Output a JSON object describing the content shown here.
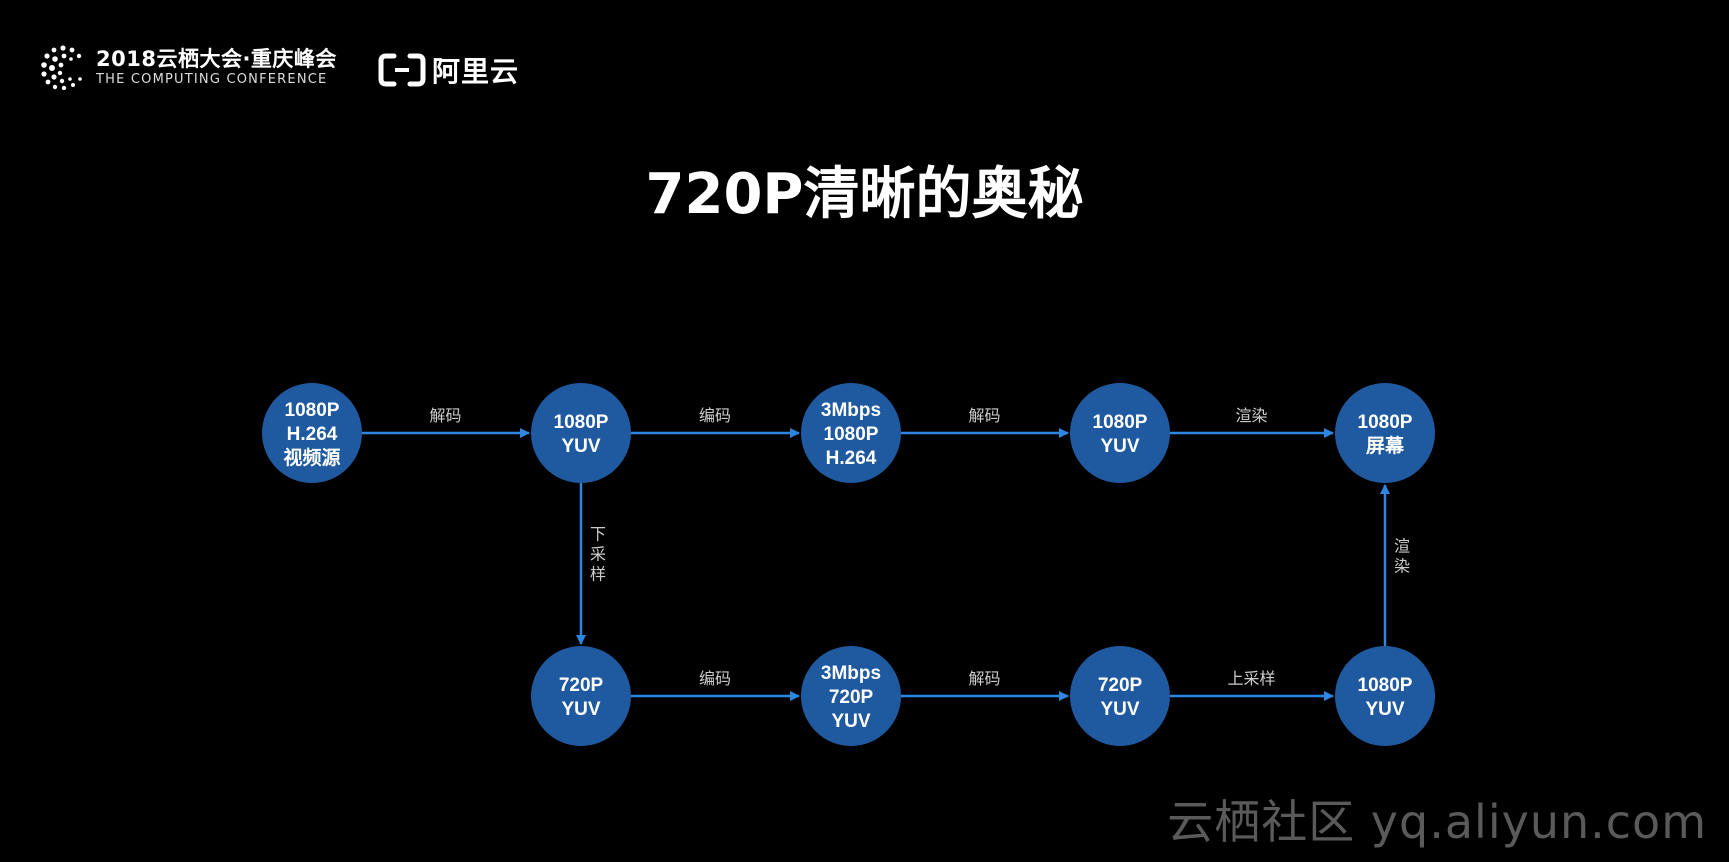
{
  "header": {
    "conference_title": "2018云栖大会·重庆峰会",
    "conference_subtitle": "THE COMPUTING CONFERENCE",
    "brand_text": "阿里云"
  },
  "title": "720P清晰的奥秘",
  "watermark": "云栖社区 yq.aliyun.com",
  "colors": {
    "background": "#000000",
    "node_fill": "#1f5aa0",
    "arrow": "#2d86e0",
    "text": "#ffffff",
    "label": "#cccccc"
  },
  "nodes": [
    {
      "id": "src",
      "lines": [
        "1080P",
        "H.264",
        "视频源"
      ]
    },
    {
      "id": "yuv1080a",
      "lines": [
        "1080P",
        "YUV"
      ]
    },
    {
      "id": "enc1080",
      "lines": [
        "3Mbps",
        "1080P",
        "H.264"
      ]
    },
    {
      "id": "yuv1080b",
      "lines": [
        "1080P",
        "YUV"
      ]
    },
    {
      "id": "screen",
      "lines": [
        "1080P",
        "屏幕"
      ]
    },
    {
      "id": "yuv720a",
      "lines": [
        "720P",
        "YUV"
      ]
    },
    {
      "id": "enc720",
      "lines": [
        "3Mbps",
        "720P",
        "YUV"
      ]
    },
    {
      "id": "yuv720b",
      "lines": [
        "720P",
        "YUV"
      ]
    },
    {
      "id": "yuv1080c",
      "lines": [
        "1080P",
        "YUV"
      ]
    }
  ],
  "edges": [
    {
      "from": "src",
      "to": "yuv1080a",
      "label": "解码"
    },
    {
      "from": "yuv1080a",
      "to": "enc1080",
      "label": "编码"
    },
    {
      "from": "enc1080",
      "to": "yuv1080b",
      "label": "解码"
    },
    {
      "from": "yuv1080b",
      "to": "screen",
      "label": "渲染"
    },
    {
      "from": "yuv1080a",
      "to": "yuv720a",
      "label": "下采样"
    },
    {
      "from": "yuv720a",
      "to": "enc720",
      "label": "编码"
    },
    {
      "from": "enc720",
      "to": "yuv720b",
      "label": "解码"
    },
    {
      "from": "yuv720b",
      "to": "yuv1080c",
      "label": "上采样"
    },
    {
      "from": "yuv1080c",
      "to": "screen",
      "label": "渲染"
    }
  ]
}
